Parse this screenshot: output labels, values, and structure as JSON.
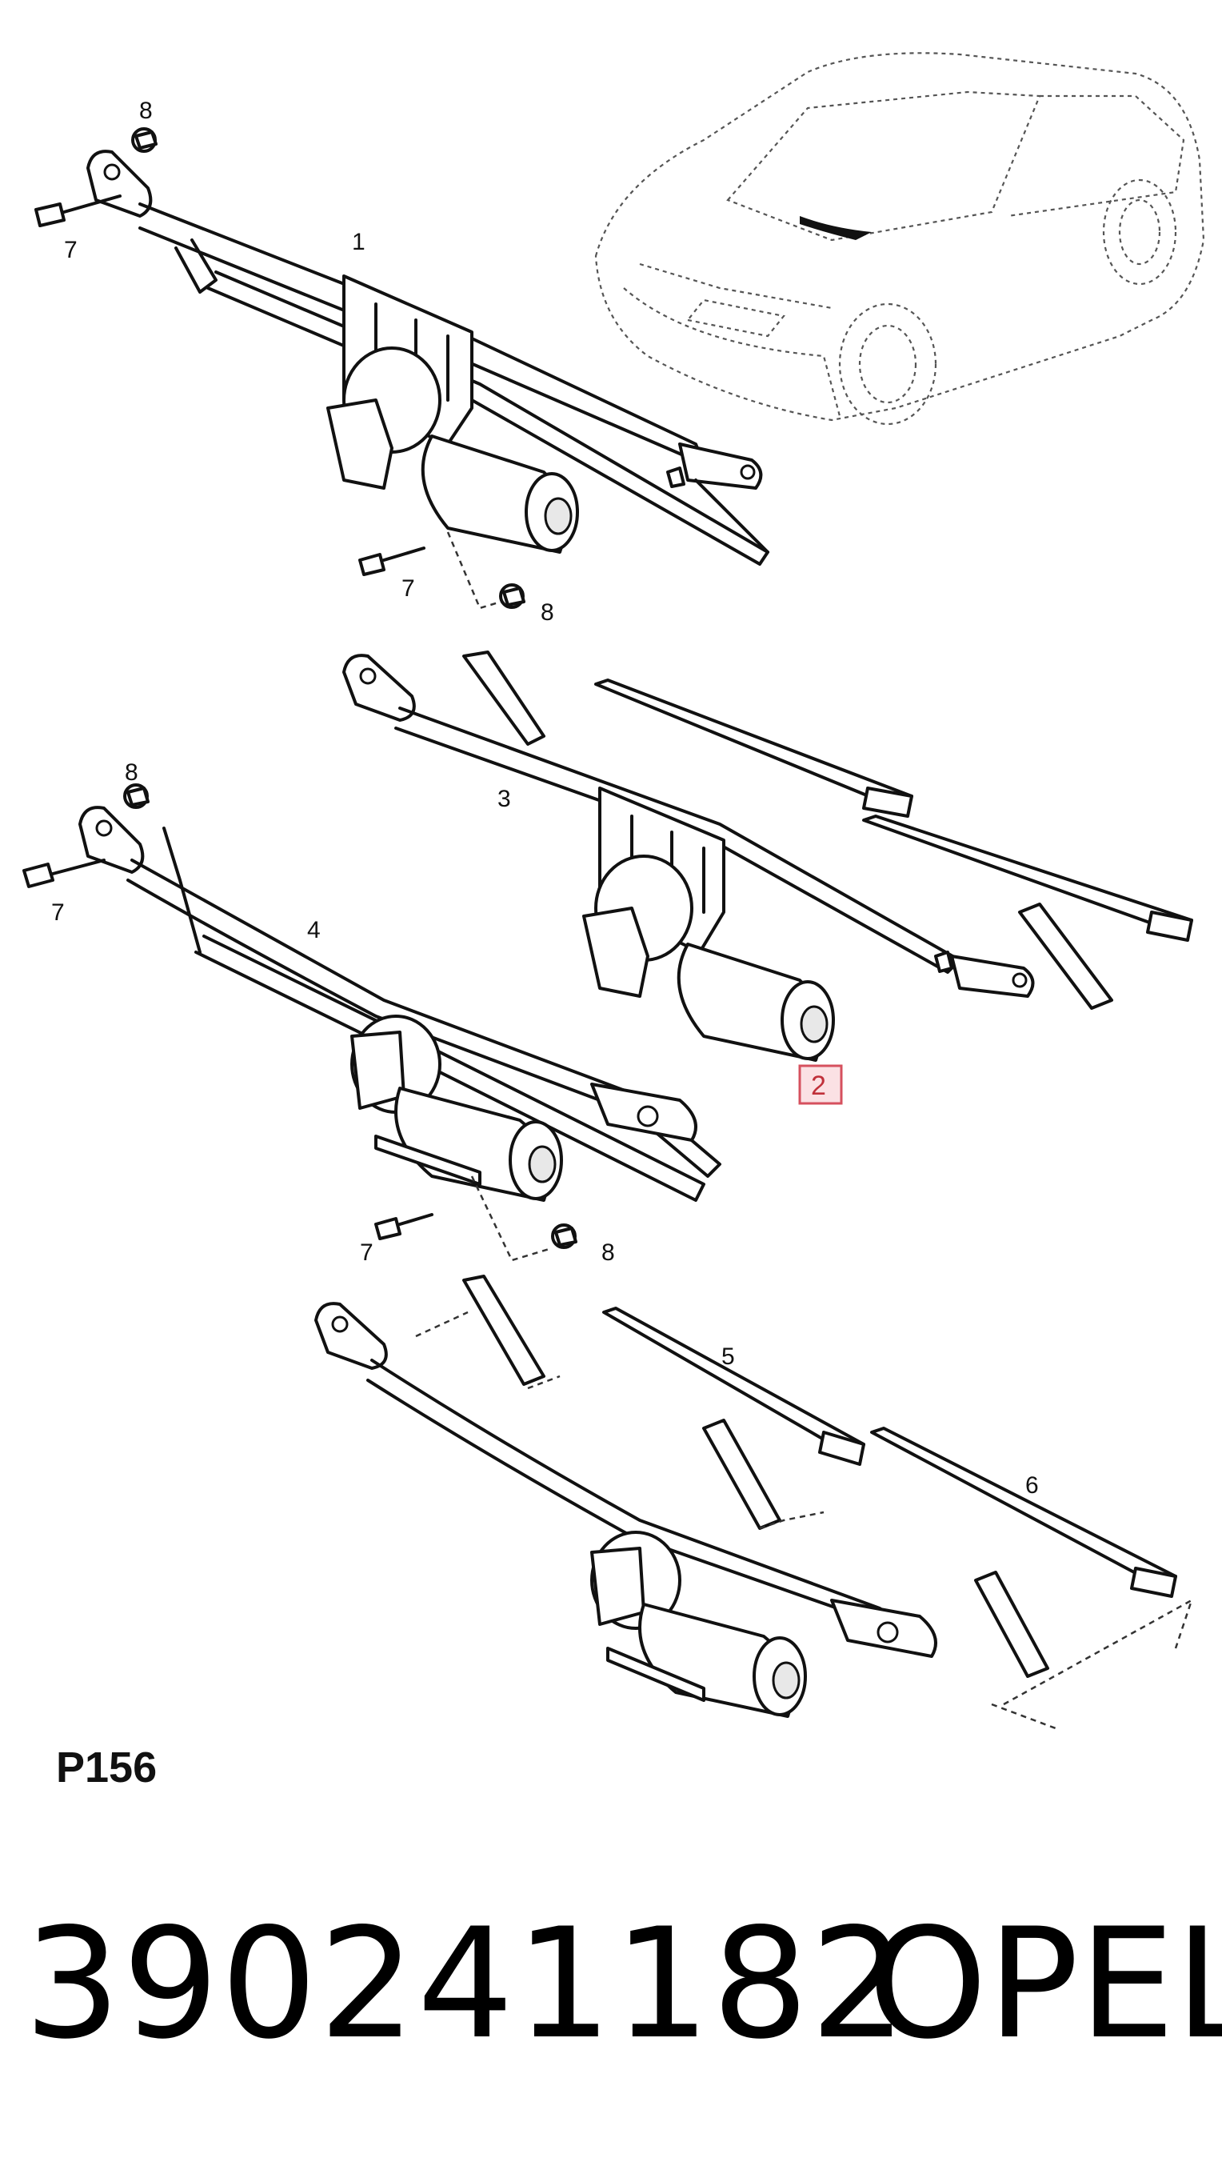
{
  "callouts": {
    "a1": "1",
    "a3": "3",
    "a4": "4",
    "a5": "5",
    "a6": "6",
    "a7_top": "7",
    "a7_mid": "7",
    "a7_left": "7",
    "a7_low": "7",
    "a8_top": "8",
    "a8_mid": "8",
    "a8_left": "8",
    "a8_low": "8",
    "a2_highlight": "2"
  },
  "page_code": "P156",
  "part_number": "390241182",
  "brand": "OPEL",
  "colors": {
    "highlight_fill": "#fbe1e4",
    "highlight_stroke": "#d6505e",
    "ink": "#111111"
  }
}
